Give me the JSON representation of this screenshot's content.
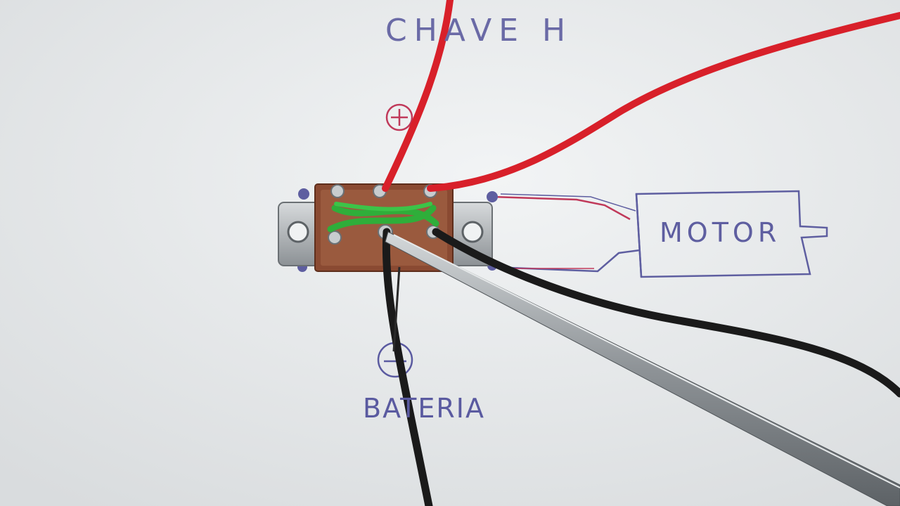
{
  "photo": {
    "title": "CHAVE H",
    "motor_label": "MOTOR",
    "battery_label": "BATERIA",
    "plus_symbol": "+",
    "minus_symbol": "−"
  },
  "colors": {
    "paper": "#e9ecee",
    "ink_blue": "#5e5ea0",
    "ink_red": "#c0395a",
    "wire_red": "#d8202a",
    "wire_black": "#1a1a1a",
    "wire_green": "#2fae3a",
    "switch_body": "#8a4a32",
    "metal": "#a9aeb2"
  }
}
